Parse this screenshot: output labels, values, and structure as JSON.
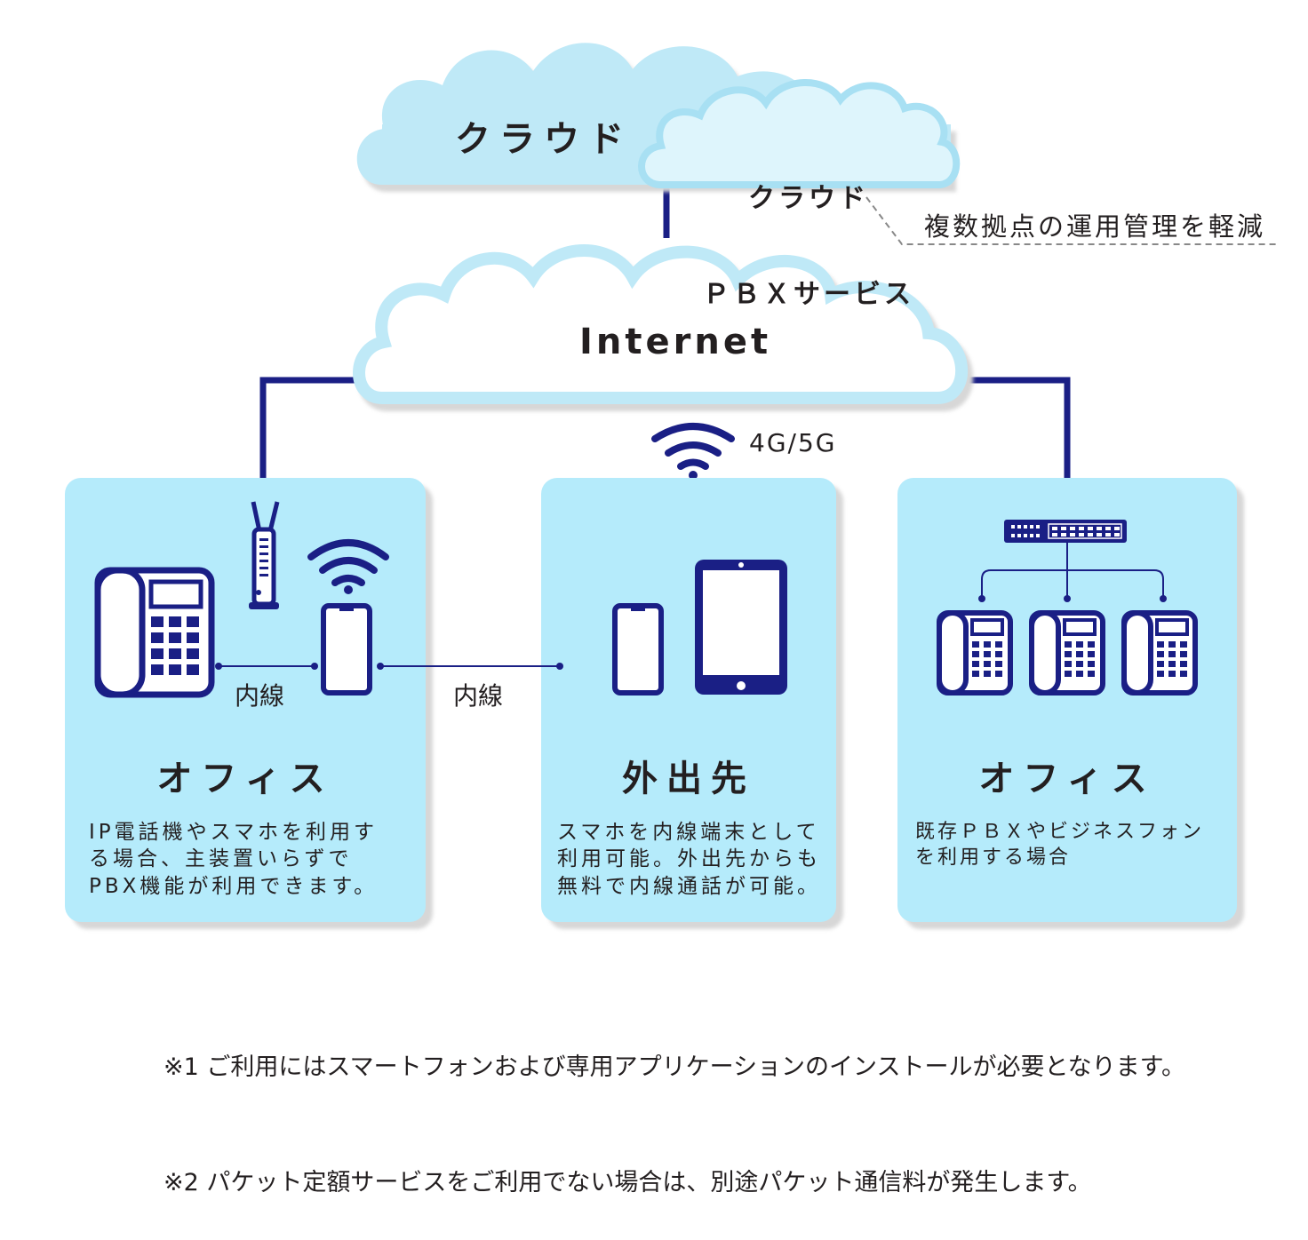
{
  "cloud": {
    "label": "クラウド"
  },
  "cloud_pbx": {
    "line1": "クラウド",
    "line2": "ＰＢＸサービス"
  },
  "callout": "複数拠点の運用管理を軽減",
  "internet": "Internet",
  "mobile_signal": "4G/5G",
  "extension_label_1": "内線",
  "extension_label_2": "内線",
  "boxes": [
    {
      "title": "オフィス",
      "description": "IP電話機やスマホを利用す\nる場合、主装置いらずで\nPBX機能が利用できます。"
    },
    {
      "title": "外出先",
      "description": "スマホを内線端末として\n利用可能。外出先からも\n無料で内線通話が可能。"
    },
    {
      "title": "オフィス",
      "description": "既存ＰＢＸやビジネスフォン\nを利用する場合"
    }
  ],
  "notes": [
    "※1 ご利用にはスマートフォンおよび専用アプリケーションのインストールが必要となります。",
    "※2 パケット定額サービスをご利用でない場合は、別途パケット通信料が発生します。"
  ],
  "colors": {
    "cloud_fill": "#bfe9f7",
    "cloud_edge": "#a6ddf2",
    "panel": "#b5ebfb",
    "navy": "#1a1f85",
    "white": "#ffffff"
  }
}
